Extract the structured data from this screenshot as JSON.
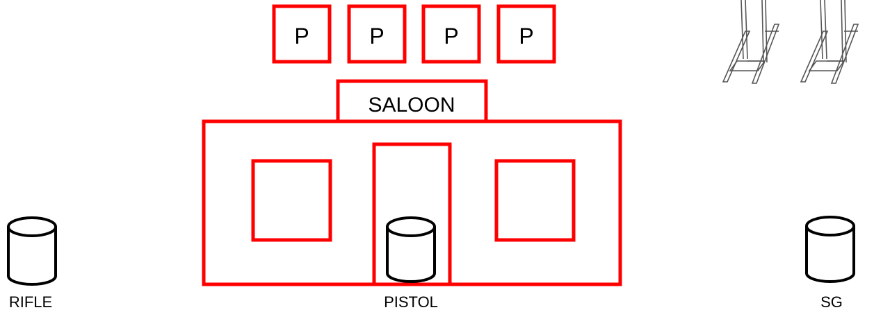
{
  "diagram": {
    "colors": {
      "target_outline": "#ff0000",
      "ink": "#000000",
      "background": "#ffffff"
    },
    "pistol_targets": [
      "P",
      "P",
      "P",
      "P"
    ],
    "saloon_sign": "SALOON",
    "barrels": {
      "rifle": "RIFLE",
      "pistol": "PISTOL",
      "shotgun": "SG"
    },
    "icons": {
      "barrel": "barrel-icon",
      "stand": "target-stand-icon"
    }
  }
}
